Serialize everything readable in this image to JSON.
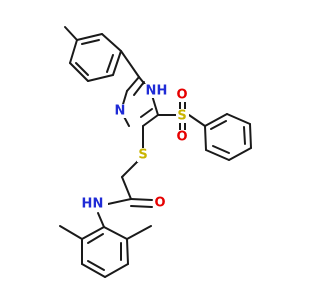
{
  "colors": {
    "bond": "#1a1a1a",
    "nitrogen": "#1f2bd6",
    "oxygen": "#e60000",
    "sulfur": "#c9b400"
  },
  "atoms": {
    "imidazole_nh": "N",
    "imidazole_nh_h": "H",
    "imidazole_n": "N",
    "thioether_s": "S",
    "sulfonyl_s": "S",
    "sulfonyl_o1": "O",
    "sulfonyl_o2": "O",
    "amide_o": "O",
    "amide_n": "N",
    "amide_h": "H"
  }
}
